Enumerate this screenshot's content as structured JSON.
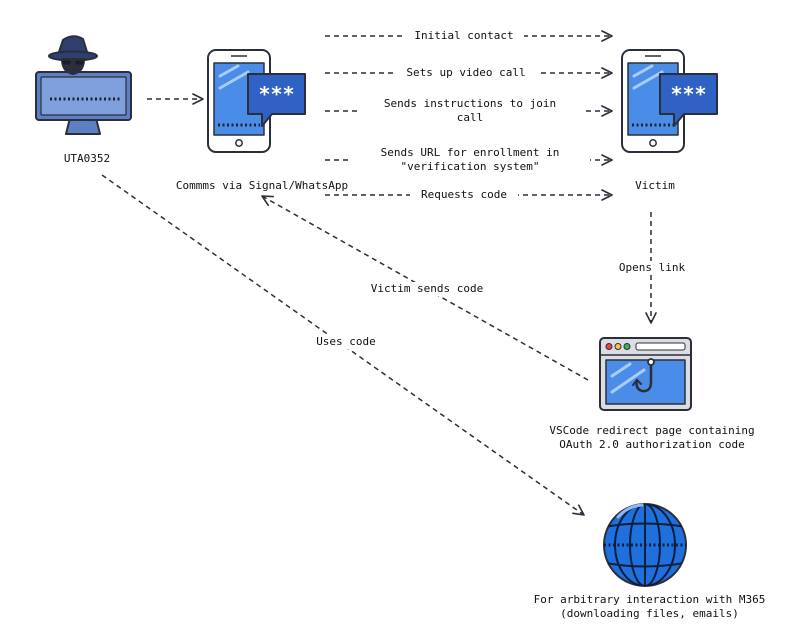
{
  "nodes": {
    "attacker": "UTA0352",
    "comms": "Commms via Signal/WhatsApp",
    "victim": "Victim",
    "redirect_page": "VSCode redirect page containing\nOAuth 2.0 authorization code",
    "m365": "For arbitrary interaction with M365\n(downloading files, emails)"
  },
  "edges": {
    "initial_contact": "Initial contact",
    "video_call": "Sets up video call",
    "join_call": "Sends instructions to join\ncall",
    "enroll_url": "Sends URL for enrollment in\n\"verification system\"",
    "requests_code": "Requests code",
    "opens_link": "Opens link",
    "victim_sends_code": "Victim sends code",
    "uses_code": "Uses code"
  },
  "icons": {
    "attacker": "hacker-computer-icon",
    "comms": "phone-chat-icon",
    "victim": "phone-chat-icon",
    "redirect_page": "browser-phishing-hook-icon",
    "m365": "globe-icon"
  },
  "colors": {
    "outline": "#2b2f3a",
    "blue": "#4a8de8",
    "light_blue": "#8bb9f2",
    "dark_blue": "#2f62c4",
    "steel_blue": "#5d7fc4",
    "globe_blue": "#1f6fdc",
    "window_gray": "#dcdde3",
    "dot_red": "#e8453c",
    "dot_yellow": "#f3c73e",
    "dot_green": "#39b54a"
  }
}
